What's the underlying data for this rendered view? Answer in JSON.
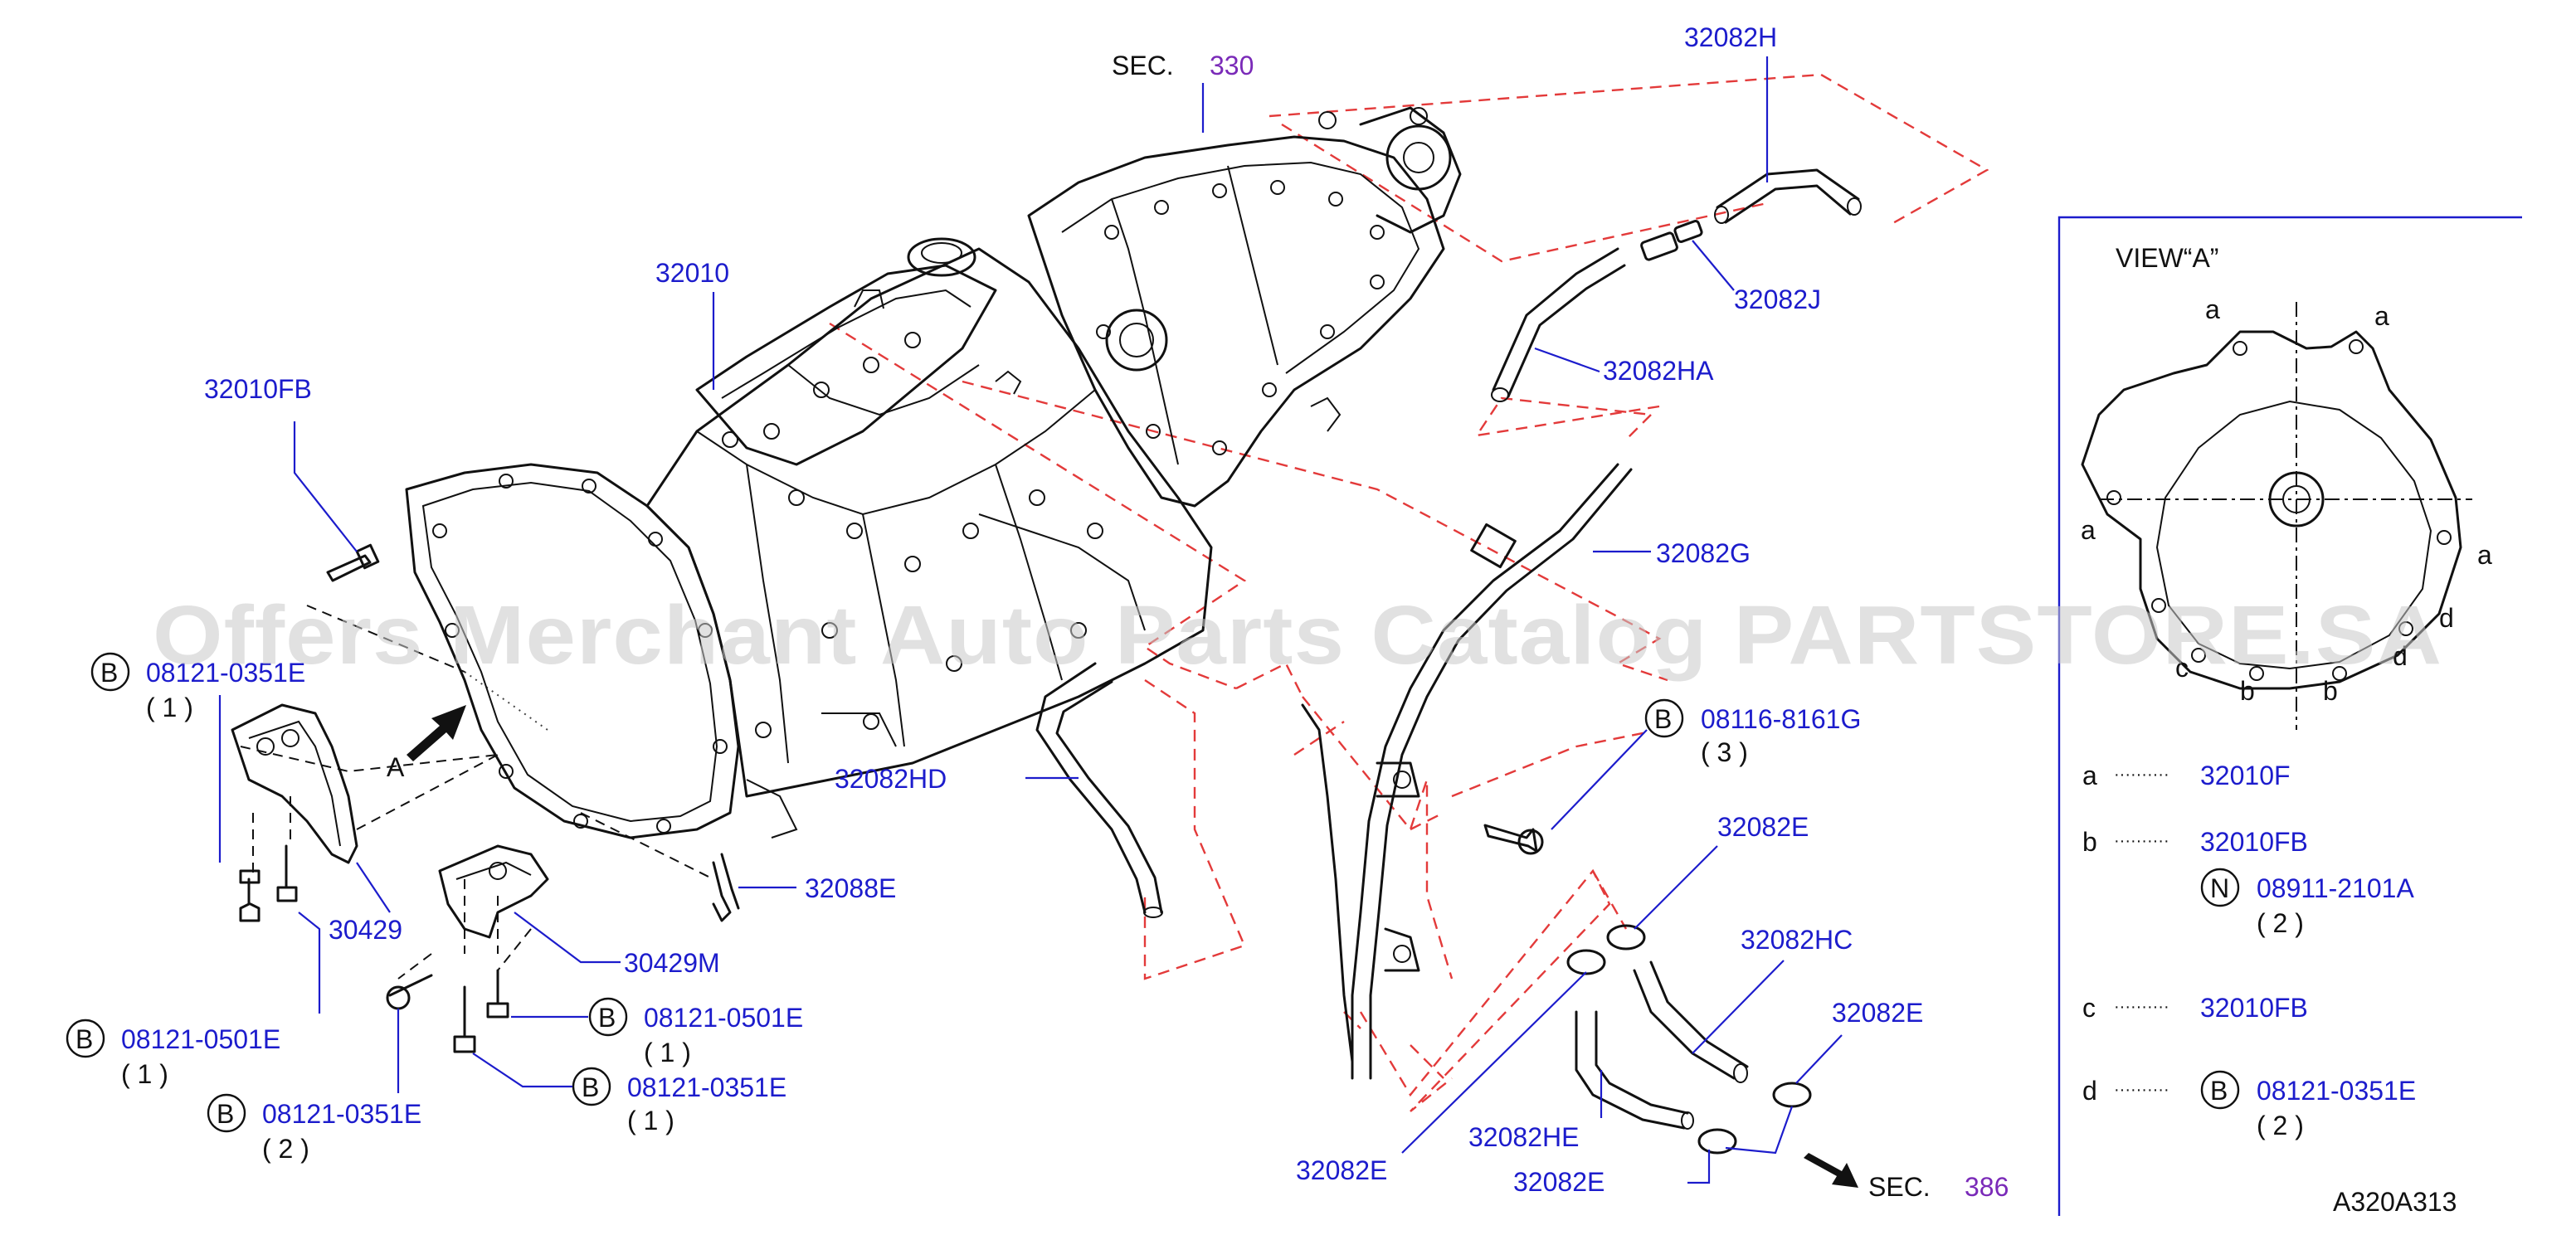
{
  "labels": {
    "sec330_prefix": "SEC.",
    "sec330_num": "330",
    "p32082H": "32082H",
    "p32082J": "32082J",
    "p32082HA": "32082HA",
    "p32010": "32010",
    "p32010FB": "32010FB",
    "p32082G": "32082G",
    "p08121_0351E_top": "08121-0351E",
    "p08121_0351E_top_qty": "( 1 )",
    "arrow_A": "A",
    "p32082HD": "32082HD",
    "p08116_8161G": "08116-8161G",
    "p08116_8161G_qty": "( 3 )",
    "p30429": "30429",
    "p32088E": "32088E",
    "p32082E_1": "32082E",
    "p32082HC": "32082HC",
    "p30429M": "30429M",
    "p08121_0501E_left": "08121-0501E",
    "p08121_0501E_left_qty": "( 1 )",
    "p08121_0501E_mid": "08121-0501E",
    "p08121_0501E_mid_qty": "( 1 )",
    "p32082E_2": "32082E",
    "p08121_0351E_mid": "08121-0351E",
    "p08121_0351E_mid_qty": "( 1 )",
    "p08121_0351E_bottom": "08121-0351E",
    "p08121_0351E_bottom_qty": "( 2 )",
    "p32082HE": "32082HE",
    "p32082E_3": "32082E",
    "p32082E_4": "32082E",
    "sec386_prefix": "SEC.",
    "sec386_num": "386",
    "badge_B": "B",
    "badge_N": "N"
  },
  "view_a": {
    "title": "VIEW“A”",
    "point_labels": {
      "a": "a",
      "b": "b",
      "c": "c",
      "d": "d"
    },
    "legend": [
      {
        "key": "a",
        "dots": "··········",
        "code": "32010F"
      },
      {
        "key": "b",
        "dots": "··········",
        "code": "32010FB"
      },
      {
        "key": "",
        "badge": "N",
        "code": "08911-2101A",
        "qty": "( 2 )"
      },
      {
        "key": "c",
        "dots": "··········",
        "code": "32010FB"
      },
      {
        "key": "d",
        "dots": "··········",
        "badge": "B",
        "code": "08121-0351E",
        "qty": "( 2 )"
      }
    ]
  },
  "diagram_id": "A320A313",
  "watermark": "Offers Merchant Auto Parts Catalog PARTSTORE.SA",
  "colors": {
    "part_number": "#1c1ccc",
    "section_number": "#7a2ab8",
    "leader_red": "#e33a3a",
    "line": "#111111"
  }
}
